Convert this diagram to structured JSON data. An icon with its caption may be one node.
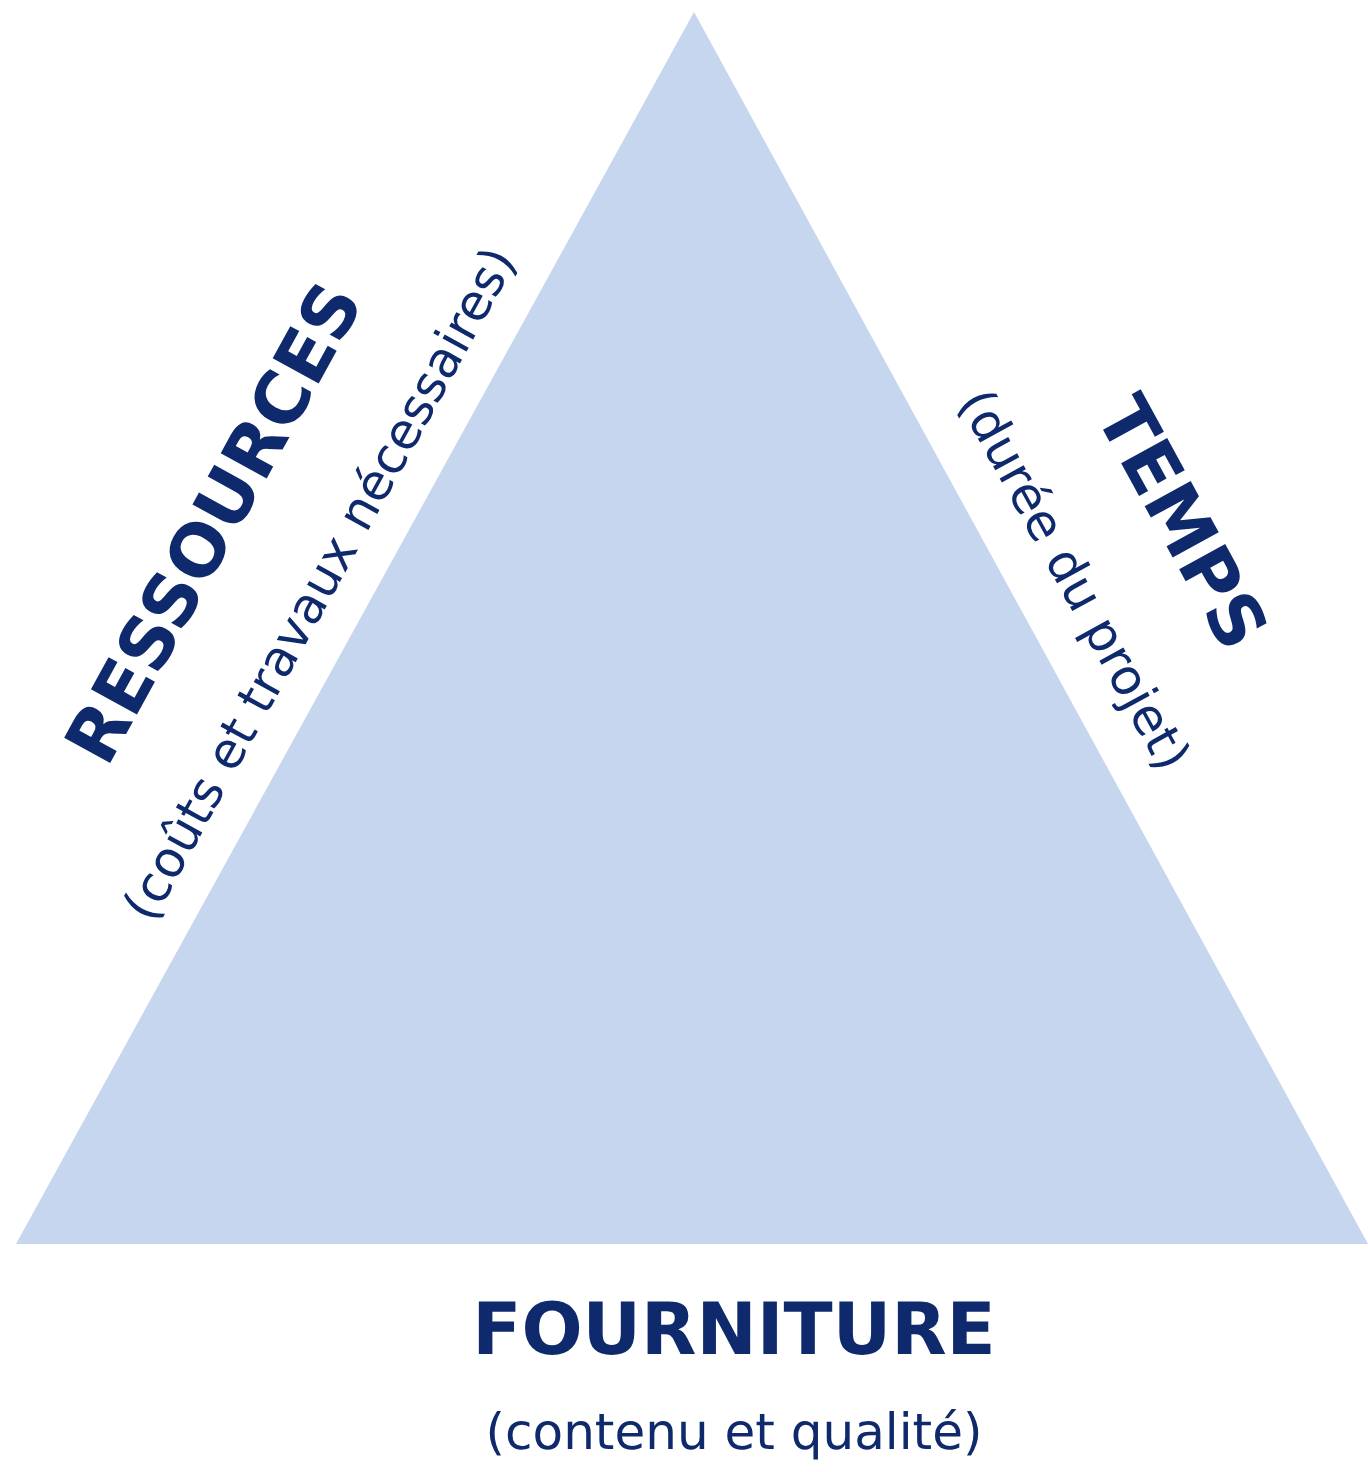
{
  "diagram": {
    "nodes": [
      {
        "text": [],
        "shape": "triangle",
        "beside": [
          "RESSOURCES",
          "(coûts et travaux nécessaires)",
          "TEMPS",
          "(durée du projet)",
          "FOURNITURE",
          "(contenu et qualité)"
        ]
      }
    ]
  }
}
